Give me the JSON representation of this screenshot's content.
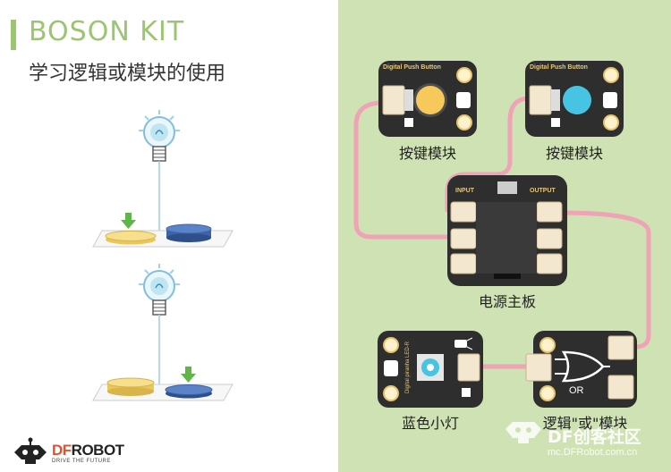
{
  "header": {
    "title": "BOSON KIT",
    "subtitle": "学习逻辑或模块的使用"
  },
  "brand": {
    "name_prefix": "DF",
    "name_suffix": "ROBOT",
    "tagline": "DRIVE THE FUTURE"
  },
  "modules": {
    "button1": {
      "board_text": "Digital Push Button",
      "caption": "按键模块",
      "cap_color": "#f7c85a"
    },
    "button2": {
      "board_text": "Digital Push Button",
      "caption": "按键模块",
      "cap_color": "#47c4e3"
    },
    "main_board": {
      "input_label": "INPUT",
      "output_label": "OUTPUT",
      "caption": "电源主板"
    },
    "led": {
      "board_text": "Digital piranha LED-R",
      "caption": "蓝色小灯"
    },
    "logic_or": {
      "gate_text": "OR",
      "caption": "逻辑\"或\"模块"
    }
  },
  "watermark": {
    "name": "DF创客社区",
    "url": "mc.DFRobot.com.cn"
  },
  "colors": {
    "accent_green": "#9bc571",
    "right_bg": "#cfe2b4",
    "wire_pink": "#eea4b6",
    "board_dark": "#2e2e2e",
    "brand_orange": "#e8502c"
  }
}
